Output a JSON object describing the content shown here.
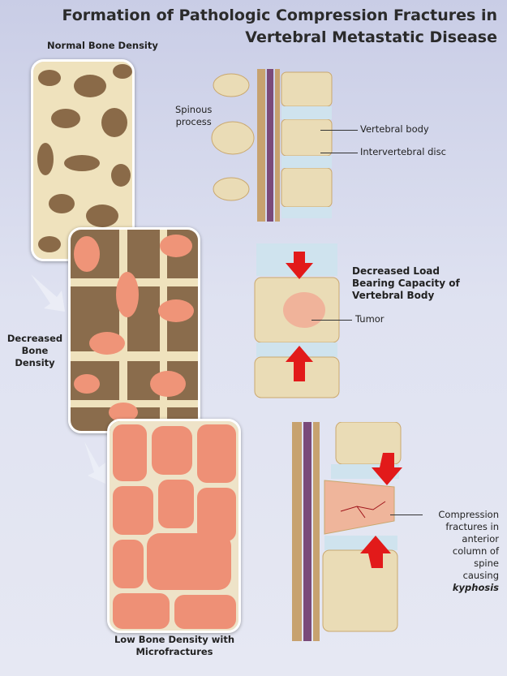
{
  "title": {
    "line1": "Formation of Pathologic Compression Fractures in",
    "line2": "Vertebral Metastatic Disease"
  },
  "panels": {
    "normal": "Normal Bone Density",
    "decreased": [
      "Decreased",
      "Bone",
      "Density"
    ],
    "low": [
      "Low Bone Density with",
      "Microfractures"
    ]
  },
  "spine1": {
    "spinous": [
      "Spinous",
      "process"
    ],
    "body": "Vertebral body",
    "disc": "Intervertebral disc"
  },
  "spine2": {
    "heading": [
      "Decreased Load",
      "Bearing Capacity of",
      "Vertebral Body"
    ],
    "tumor": "Tumor"
  },
  "spine3": {
    "label": [
      "Compression",
      "fractures in",
      "anterior",
      "column of",
      "spine",
      "causing"
    ],
    "emphasis": "kyphosis"
  },
  "colors": {
    "bone": "#f2e6c6",
    "tumor": "#ef9a7e",
    "arrow": "#e21a1a",
    "disc": "#cfe3ee",
    "background": "#d6d9ec"
  }
}
